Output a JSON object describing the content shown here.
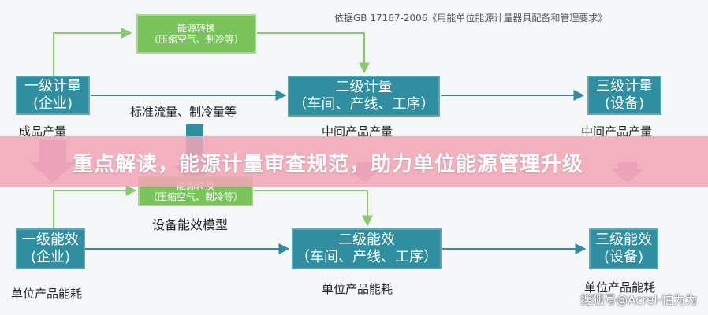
{
  "reference": "依据GB  17167-2006《用能单位能源计量器具配备和管理要求》",
  "banner": "重点解读，能源计量审查规范，助力单位能源管理升级",
  "watermark": "搜狐号@Acrel-怕为为",
  "top": {
    "conversion": {
      "line1": "能源转换",
      "line2": "（压缩空气、制冷等）"
    },
    "level1": {
      "line1": "一级计量",
      "line2": "(企业)"
    },
    "level2": {
      "line1": "二级计量",
      "line2": "（车间、产线、工序）"
    },
    "level3": {
      "line1": "三级计量",
      "line2": "(设备)"
    },
    "mid_label": "标准流量、制冷量等",
    "bottom_label1": "成品产量",
    "bottom_label2": "中间产品产量",
    "bottom_label3": "中间产品产量"
  },
  "bottom": {
    "conversion": {
      "line1": "能源转换",
      "line2": "（压缩空气、制冷等）"
    },
    "level1": {
      "line1": "一级能效",
      "line2": "(企业)"
    },
    "level2": {
      "line1": "二级能效",
      "line2": "（车间、产线、工序）"
    },
    "level3": {
      "line1": "三级能效",
      "line2": "(设备)"
    },
    "mid_label": "设备能效模型",
    "bottom_label1": "单位产品能耗",
    "bottom_label2": "单位产品能耗",
    "bottom_label3": "单位产品能耗"
  },
  "colors": {
    "box": "#2f8fa0",
    "conversion": "#78c45a",
    "arrow": "#2f8fa0",
    "connector": "#8cc870",
    "banner": "#f2a4b6"
  }
}
